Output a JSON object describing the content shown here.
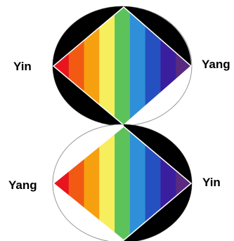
{
  "top_figure": {
    "left_label": "Yin",
    "right_label": "Yang"
  },
  "bottom_figure": {
    "left_label": "Yang",
    "right_label": "Yin"
  },
  "colors": {
    "spectrum": [
      "#e8141e",
      "#f25a14",
      "#f7a00f",
      "#f7ee5e",
      "#5ec25a",
      "#2f8fd8",
      "#2450c0",
      "#3a1e9e",
      "#5a2a80"
    ],
    "dark_fill": "#000000",
    "outline": "#999999",
    "background": "#ffffff"
  }
}
